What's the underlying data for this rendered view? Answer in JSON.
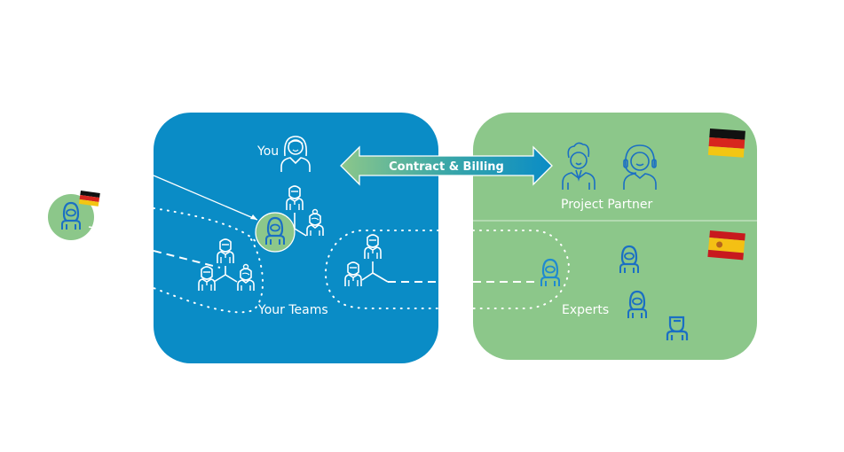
{
  "colors": {
    "blue_panel": "#0a8cc6",
    "green_panel": "#8cc78a",
    "icon_white": "#ffffff",
    "icon_blue": "#1a6fc4",
    "icon_blue_light": "#1f8ad0"
  },
  "left_panel": {
    "you_label": "You",
    "teams_label": "Your Teams"
  },
  "arrow": {
    "label": "Contract & Billing"
  },
  "right_panel": {
    "partner_label": "Project Partner",
    "experts_label": "Experts",
    "top_flag": "germany-flag",
    "bottom_flag": "spain-flag"
  },
  "external": {
    "flag": "germany-flag"
  }
}
